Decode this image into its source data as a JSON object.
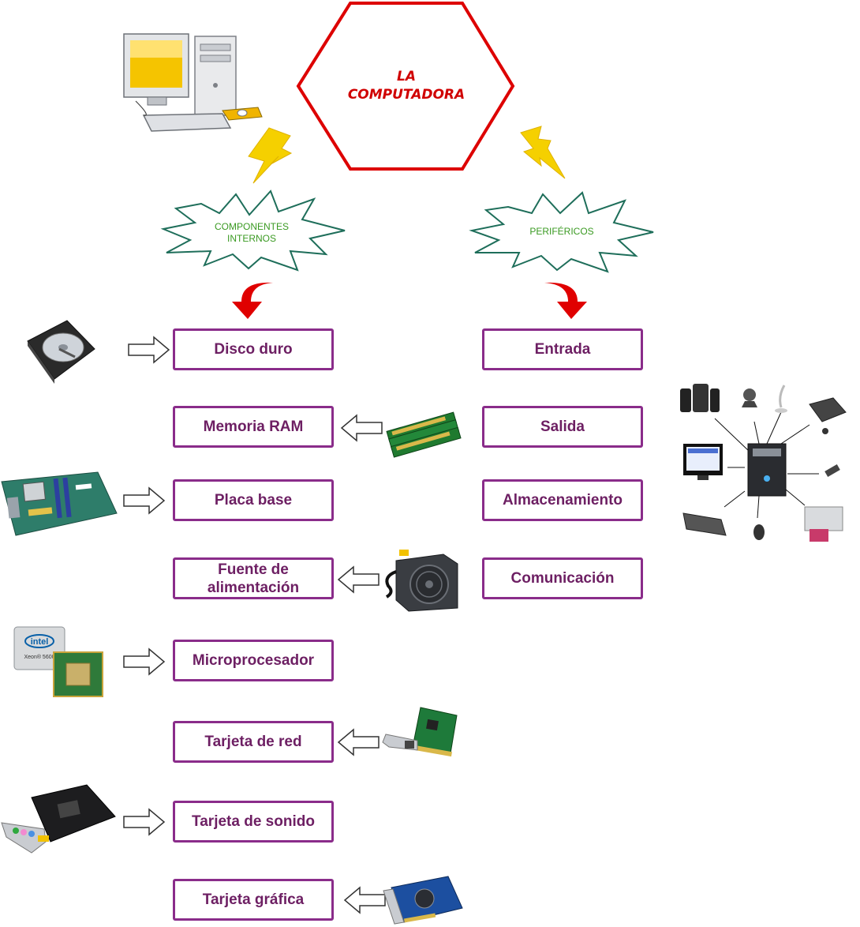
{
  "title": {
    "line1": "LA",
    "line2": "COMPUTADORA"
  },
  "bursts": {
    "internal_line1": "COMPONENTES",
    "internal_line2": "INTERNOS",
    "peripherals": "PERIFÉRICOS"
  },
  "internal_components": {
    "hard_drive": "Disco duro",
    "ram": "Memoria RAM",
    "motherboard": "Placa base",
    "power_supply_line1": "Fuente de",
    "power_supply_line2": "alimentación",
    "cpu": "Microprocesador",
    "network_card": "Tarjeta de red",
    "sound_card": "Tarjeta de sonido",
    "graphics_card": "Tarjeta gráfica"
  },
  "peripherals": {
    "input": "Entrada",
    "output": "Salida",
    "storage": "Almacenamiento",
    "communication": "Comunicación"
  },
  "images": {
    "cpu_chip_brand": "intel",
    "cpu_chip_model": "Xeon® 5600"
  },
  "colors": {
    "box_border": "#8a2c8a",
    "box_text": "#6d1f63",
    "hexagon": "#dd0000",
    "burst_border": "#1e6e5a",
    "burst_text": "#3a9a22",
    "lightning": "#f5d000",
    "curved_arrow": "#e00000"
  }
}
